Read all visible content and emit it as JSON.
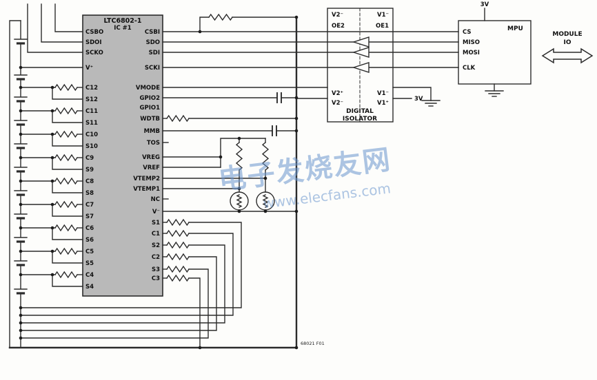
{
  "diagram": {
    "ic": {
      "title": "LTC6802-1",
      "subtitle": "IC #1",
      "left_pins": [
        "CSBO",
        "SDOI",
        "SCKO",
        "V⁺",
        "C12",
        "S12",
        "C11",
        "S11",
        "C10",
        "S10",
        "C9",
        "S9",
        "C8",
        "S8",
        "C7",
        "S7",
        "C6",
        "S6",
        "C5",
        "S5",
        "C4",
        "S4"
      ],
      "right_pins": [
        "CSBI",
        "SDO",
        "SDI",
        "SCKI",
        "VMODE",
        "GPIO2",
        "GPIO1",
        "WDTB",
        "MMB",
        "TOS",
        "VREG",
        "VREF",
        "VTEMP2",
        "VTEMP1",
        "NC",
        "V⁻",
        "S1",
        "C1",
        "S2",
        "C2",
        "S3",
        "C3"
      ]
    },
    "isolator": {
      "top_left_upper": "V2⁻",
      "top_right_upper": "V1⁻",
      "top_left_lower": "OE2",
      "top_right_lower": "OE1",
      "bot_left_upper": "V2⁺",
      "bot_right_upper": "V1⁻",
      "bot_left_lower": "V2⁻",
      "bot_right_lower": "V1⁺",
      "title_line1": "DIGITAL",
      "title_line2": "ISOLATOR",
      "supply_label": "3V"
    },
    "mpu": {
      "title": "MPU",
      "pins": [
        "CS",
        "MISO",
        "MOSI",
        "CLK"
      ],
      "supply_label": "3V"
    },
    "module_io": {
      "line1": "MODULE",
      "line2": "IO"
    },
    "watermark": {
      "cjk": "电子发烧友网",
      "url": "www.elecfans.com"
    },
    "fig_label": "68021 F01"
  }
}
